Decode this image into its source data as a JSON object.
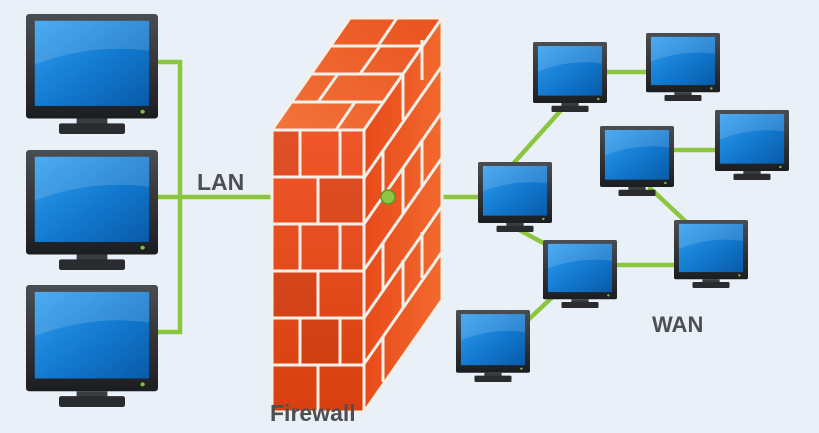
{
  "labels": {
    "lan": "LAN",
    "wan": "WAN",
    "firewall": "Firewall"
  },
  "colors": {
    "background": "#eaf0f7",
    "link": "#8cc63f",
    "monitor_screen": "#1e88d8",
    "monitor_bezel": "#2b2d30",
    "brick": "#e84a1c",
    "mortar": "#f3efe9",
    "label_text": "#4d4f52"
  },
  "icons": [
    "monitor-icon",
    "brick-wall-icon",
    "network-link"
  ]
}
